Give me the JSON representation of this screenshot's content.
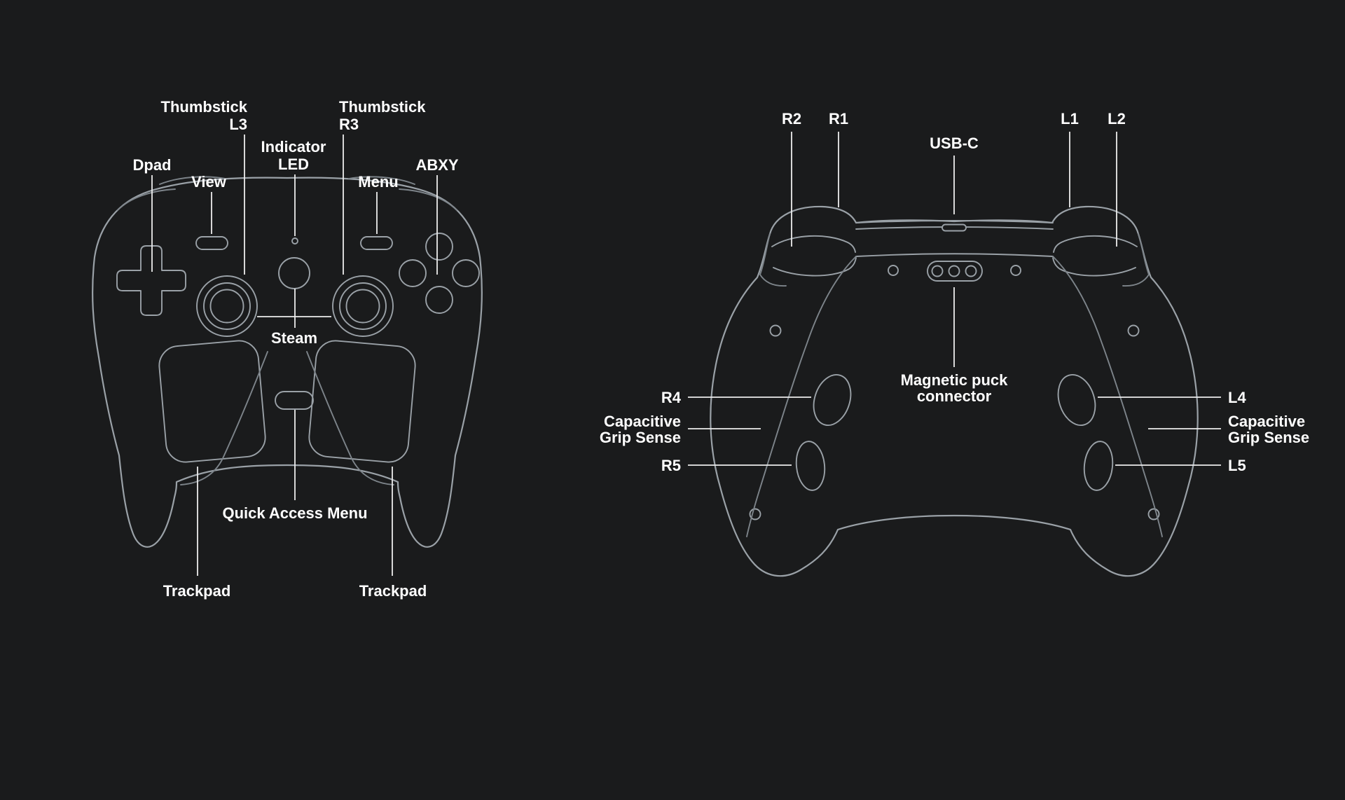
{
  "colors": {
    "background": "#1a1b1c",
    "outline": "#9aa1a7",
    "outline_dim": "#7d848a",
    "callout": "#ededed",
    "text": "#ffffff"
  },
  "front_view": {
    "labels": {
      "thumbstick_l3": {
        "line1": "Thumbstick",
        "line2": "L3"
      },
      "thumbstick_r3": {
        "line1": "Thumbstick",
        "line2": "R3"
      },
      "indicator_led": {
        "line1": "Indicator",
        "line2": "LED"
      },
      "dpad": "Dpad",
      "view": "View",
      "menu": "Menu",
      "abxy": "ABXY",
      "steam": "Steam",
      "quick_access_menu": "Quick Access Menu",
      "trackpad_left": "Trackpad",
      "trackpad_right": "Trackpad"
    }
  },
  "back_view": {
    "labels": {
      "r2": "R2",
      "r1": "R1",
      "usb_c": "USB-C",
      "l1": "L1",
      "l2": "L2",
      "magnetic_puck": {
        "line1": "Magnetic puck",
        "line2": "connector"
      },
      "r4": "R4",
      "r5": "R5",
      "l4": "L4",
      "l5": "L5",
      "grip_sense_left": {
        "line1": "Capacitive",
        "line2": "Grip Sense"
      },
      "grip_sense_right": {
        "line1": "Capacitive",
        "line2": "Grip Sense"
      }
    }
  }
}
